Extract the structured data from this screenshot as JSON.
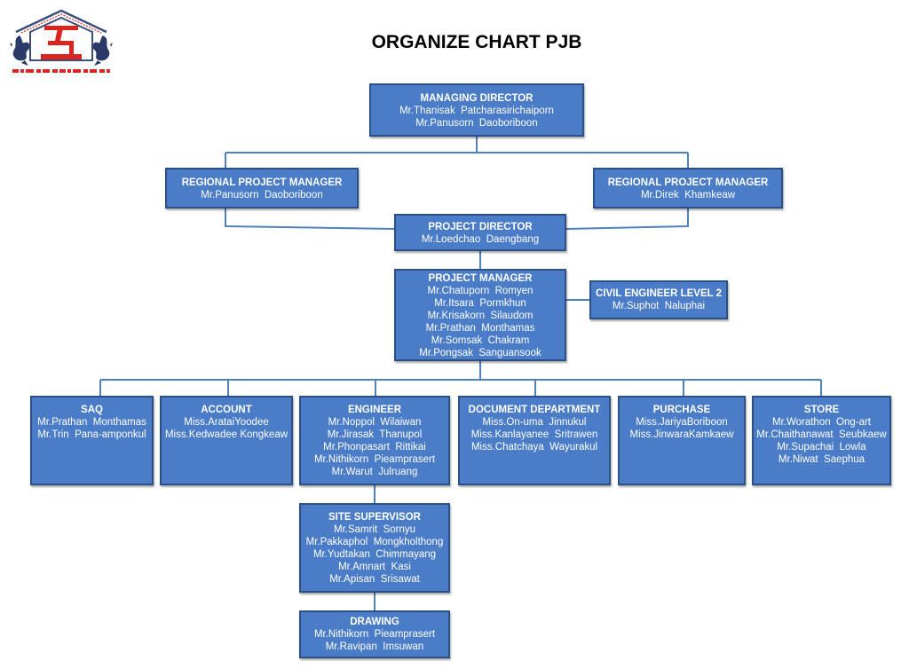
{
  "title": "ORGANIZE CHART PJB",
  "logo": {
    "icon": "company-logo-five-character-icon"
  },
  "colors": {
    "box_fill": "#4A7CC7",
    "box_border": "#2C4F88",
    "connector": "#4F81BD",
    "box_text": "#FFFFFF",
    "title_text": "#000000",
    "logo_red": "#D9251D",
    "logo_outline": "#3C4F7C"
  },
  "org": {
    "managing_director": {
      "title": "MANAGING DIRECTOR",
      "members": [
        "Mr.Thanisak  Patcharasirichaiporn",
        "Mr.Panusorn  Daoboriboon"
      ]
    },
    "regional_pm_left": {
      "title": "REGIONAL PROJECT MANAGER",
      "members": [
        "Mr.Panusorn  Daoboriboon"
      ]
    },
    "regional_pm_right": {
      "title": "REGIONAL PROJECT MANAGER",
      "members": [
        "Mr.Direk  Khamkeaw"
      ]
    },
    "project_director": {
      "title": "PROJECT DIRECTOR",
      "members": [
        "Mr.Loedchao  Daengbang"
      ]
    },
    "project_manager": {
      "title": "PROJECT MANAGER",
      "members": [
        "Mr.Chatuporn  Romyen",
        "Mr.Itsara  Pormkhun",
        "Mr.Krisakorn  Silaudom",
        "Mr.Prathan  Monthamas",
        "Mr.Somsak  Chakram",
        "Mr.Pongsak  Sanguansook"
      ]
    },
    "civil_engineer": {
      "title": "CIVIL ENGINEER LEVEL 2",
      "members": [
        "Mr.Suphot  Naluphai"
      ]
    },
    "saq": {
      "title": "SAQ",
      "members": [
        "Mr.Prathan  Monthamas",
        "Mr.Trin  Pana-amponkul"
      ]
    },
    "account": {
      "title": "ACCOUNT",
      "members": [
        "Miss.ArataiYoodee",
        "Miss.Kedwadee Kongkeaw"
      ]
    },
    "engineer": {
      "title": "ENGINEER",
      "members": [
        "Mr.Noppol  Wilaiwan",
        "Mr.Jirasak  Thanupol",
        "Mr.Phonpasart  Rittikai",
        "Mr.Nithikorn  Pieamprasert",
        "Mr.Warut  Julruang"
      ]
    },
    "document_department": {
      "title": "DOCUMENT DEPARTMENT",
      "members": [
        "Miss.On-uma  Jinnukul",
        "Miss.Kanlayanee  Sritrawen",
        "Miss.Chatchaya  Wayurakul"
      ]
    },
    "purchase": {
      "title": "PURCHASE",
      "members": [
        "Miss.JariyaBoriboon",
        "Miss.JinwaraKamkaew"
      ]
    },
    "store": {
      "title": "STORE",
      "members": [
        "Mr.Worathon  Ong-art",
        "Mr.Chaithanawat  Seubkaew",
        "Mr.Supachai  Lowla",
        "Mr.Niwat  Saephua"
      ]
    },
    "site_supervisor": {
      "title": "SITE SUPERVISOR",
      "members": [
        "Mr.Samrit  Sornyu",
        "Mr.Pakkaphol  Mongkholthong",
        "Mr.Yudtakan  Chimmayang",
        "Mr.Amnart  Kasi",
        "Mr.Apisan  Srisawat"
      ]
    },
    "drawing": {
      "title": "DRAWING",
      "members": [
        "Mr.Nithikorn  Pieamprasert",
        "Mr.Ravipan  Imsuwan"
      ]
    }
  }
}
